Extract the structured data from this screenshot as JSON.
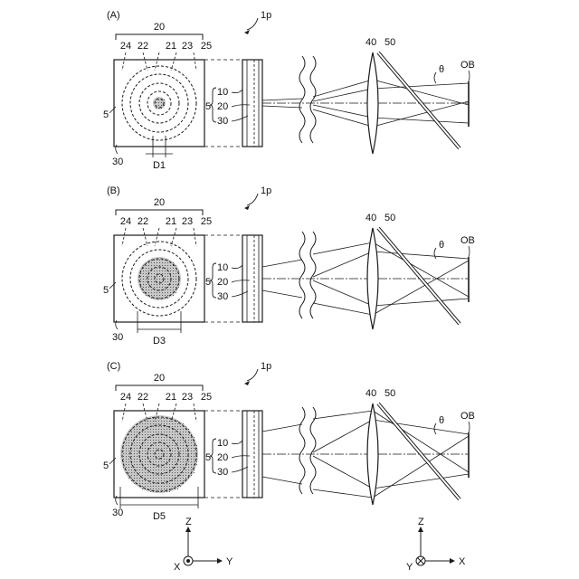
{
  "panels": [
    {
      "panel_label": "(A)",
      "group_label": "20",
      "ring_labels": [
        "24",
        "22",
        "21",
        "23",
        "25"
      ],
      "side_label": "5",
      "bottom_label": "30",
      "dim_label": "D1",
      "stack_labels": [
        "10",
        "20",
        "30"
      ],
      "stack_brace_label": "5",
      "lens_label": "40",
      "mirror_label": "50",
      "angle_label": "θ",
      "object_label": "OB",
      "pointer_label": "1p",
      "lit_rings": 1
    },
    {
      "panel_label": "(B)",
      "group_label": "20",
      "ring_labels": [
        "24",
        "22",
        "21",
        "23",
        "25"
      ],
      "side_label": "5",
      "bottom_label": "30",
      "dim_label": "D3",
      "stack_labels": [
        "10",
        "20",
        "30"
      ],
      "stack_brace_label": "5",
      "lens_label": "40",
      "mirror_label": "50",
      "angle_label": "θ",
      "object_label": "OB",
      "pointer_label": "1p",
      "lit_rings": 3
    },
    {
      "panel_label": "(C)",
      "group_label": "20",
      "ring_labels": [
        "24",
        "22",
        "21",
        "23",
        "25"
      ],
      "side_label": "5",
      "bottom_label": "30",
      "dim_label": "D5",
      "stack_labels": [
        "10",
        "20",
        "30"
      ],
      "stack_brace_label": "5",
      "lens_label": "40",
      "mirror_label": "50",
      "angle_label": "θ",
      "object_label": "OB",
      "pointer_label": "1p",
      "lit_rings": 5
    }
  ],
  "axes": [
    {
      "up_label": "Z",
      "right_label": "Y",
      "center_label": "X",
      "center_symbol": "dot"
    },
    {
      "up_label": "Z",
      "right_label": "X",
      "center_label": "Y",
      "center_symbol": "cross"
    }
  ]
}
